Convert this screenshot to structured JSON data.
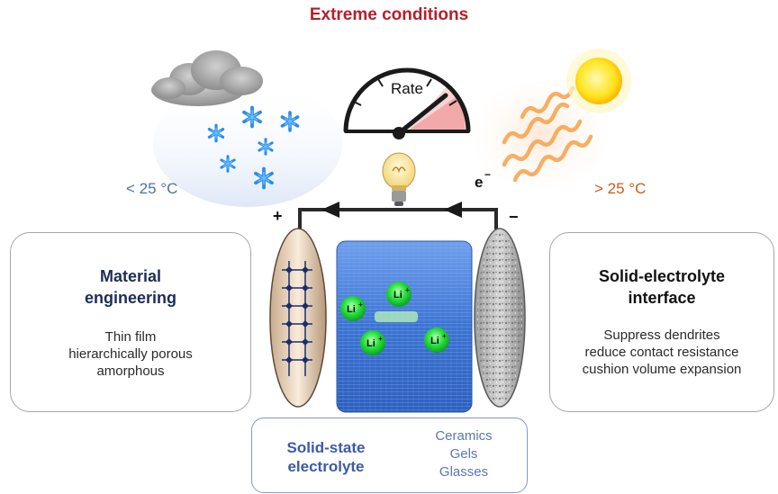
{
  "title": "Extreme conditions",
  "gauge": {
    "label": "Rate"
  },
  "temperatures": {
    "low": "< 25 °C",
    "high": "> 25 °C"
  },
  "circuit": {
    "electron": "e",
    "electron_sup": "−",
    "positive": "+",
    "negative": "−"
  },
  "ions": [
    {
      "label": "Li",
      "sup": "+"
    },
    {
      "label": "Li",
      "sup": "+"
    },
    {
      "label": "Li",
      "sup": "+"
    },
    {
      "label": "Li",
      "sup": "+"
    }
  ],
  "left_card": {
    "heading": [
      "Material",
      "engineering"
    ],
    "lines": [
      "Thin film",
      "hierarchically porous",
      "amorphous"
    ]
  },
  "right_card": {
    "heading": [
      "Solid-electrolyte",
      "interface"
    ],
    "lines": [
      "Suppress dendrites",
      "reduce contact resistance",
      "cushion volume expansion"
    ]
  },
  "electrolyte_box": {
    "heading": [
      "Solid-state",
      "electrolyte"
    ],
    "types": [
      "Ceramics",
      "Gels",
      "Glasses"
    ]
  },
  "colors": {
    "title": "#b3202a",
    "cold": "#4c6fb1",
    "hot": "#cf5a16",
    "electrolyte": "#3c73d2",
    "ion": "#22e03a"
  }
}
